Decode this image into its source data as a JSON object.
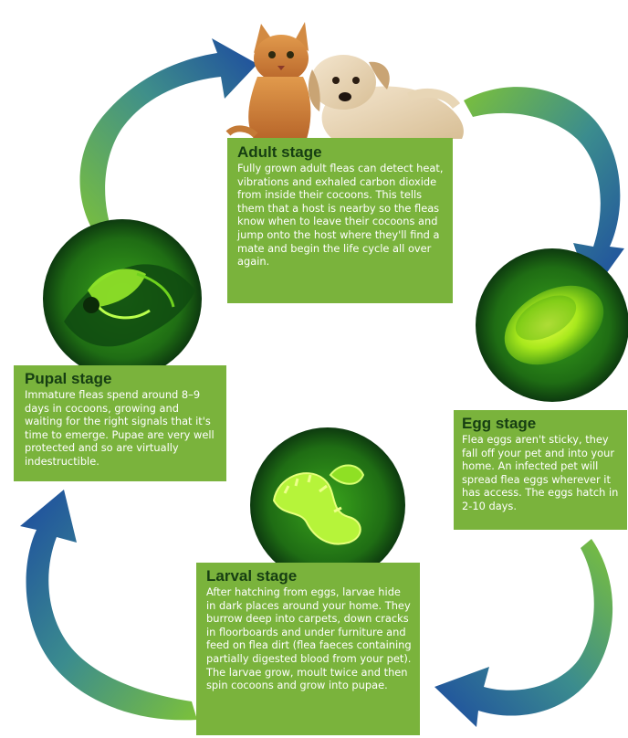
{
  "stages": {
    "adult": {
      "title": "Adult stage",
      "text": "Fully grown adult fleas can detect heat, vibrations and exhaled carbon dioxide from inside their cocoons. This tells them that a host is nearby so the fleas know when to leave their cocoons and jump onto the host where they'll find a mate and begin the life cycle all over again."
    },
    "egg": {
      "title": "Egg stage",
      "text": "Flea eggs aren't sticky, they fall off your pet and into your home. An infected pet will spread flea eggs wherever it has access. The eggs hatch in 2-10 days."
    },
    "larval": {
      "title": "Larval stage",
      "text": "After hatching from eggs, larvae hide in dark places around your home. They burrow deep into carpets, down cracks in floorboards and under furniture and feed on flea dirt (flea faeces containing partially digested blood from your pet). The larvae grow, moult twice and then spin cocoons and grow into pupae."
    },
    "pupal": {
      "title": "Pupal stage",
      "text": "Immature fleas spend around 8–9 days in cocoons, growing and waiting for the right signals that it's time to emerge. Pupae are very well protected and so are virtually indestructible."
    }
  },
  "colors": {
    "box_green": "#7ab33c",
    "title_dark_green": "#163e12",
    "arrow_blue": "#1c4aa0",
    "arrow_green": "#7cc13a",
    "circle_dark": "#0d3a0f",
    "circle_bright": "#8cf21a"
  },
  "icons": [
    "cat-illustration",
    "dog-illustration",
    "adult-flea-image",
    "egg-image",
    "larva-image",
    "cycle-arrow"
  ]
}
